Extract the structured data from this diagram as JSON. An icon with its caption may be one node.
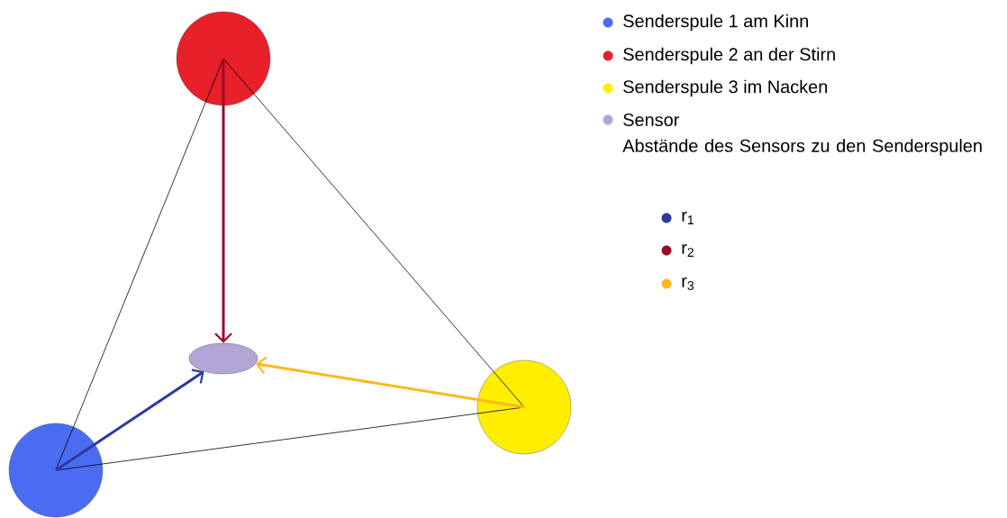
{
  "diagram": {
    "nodes": [
      {
        "text": [],
        "shape": "circle"
      },
      {
        "text": [],
        "shape": "circle"
      },
      {
        "text": [],
        "shape": "circle"
      },
      {
        "text": [],
        "shape": "ellipse"
      }
    ],
    "edges": [
      {
        "from": 0,
        "to": 1,
        "arrow": "none"
      },
      {
        "from": 0,
        "to": 2,
        "arrow": "none"
      },
      {
        "from": 1,
        "to": 2,
        "arrow": "none"
      },
      {
        "from": 0,
        "to": 3,
        "arrow": "to",
        "style": "thick",
        "color": "#9b0a2a"
      },
      {
        "from": 1,
        "to": 3,
        "arrow": "to",
        "style": "thick",
        "color": "#2b3a9b"
      },
      {
        "from": 2,
        "to": 3,
        "arrow": "to",
        "style": "thick",
        "color": "#ffb81c"
      }
    ],
    "labels": [
      "Abstände des Sensors zu den Senderspulen"
    ],
    "legend": [
      {
        "text": "Senderspule 1 am Kinn",
        "color": "#4a6cf0"
      },
      {
        "text": "Senderspule 2 an der Stirn",
        "color": "#e8202a"
      },
      {
        "text": "Senderspule 3 im Nacken",
        "color": "#ffee00"
      },
      {
        "text": "Sensor",
        "color": "#b3a6d6"
      },
      {
        "text": "r$_{1}$",
        "color": "#2b3a9b"
      },
      {
        "text": "r$_{2}$",
        "color": "#9b0a2a"
      },
      {
        "text": "r$_{3}$",
        "color": "#ffb81c"
      }
    ]
  }
}
